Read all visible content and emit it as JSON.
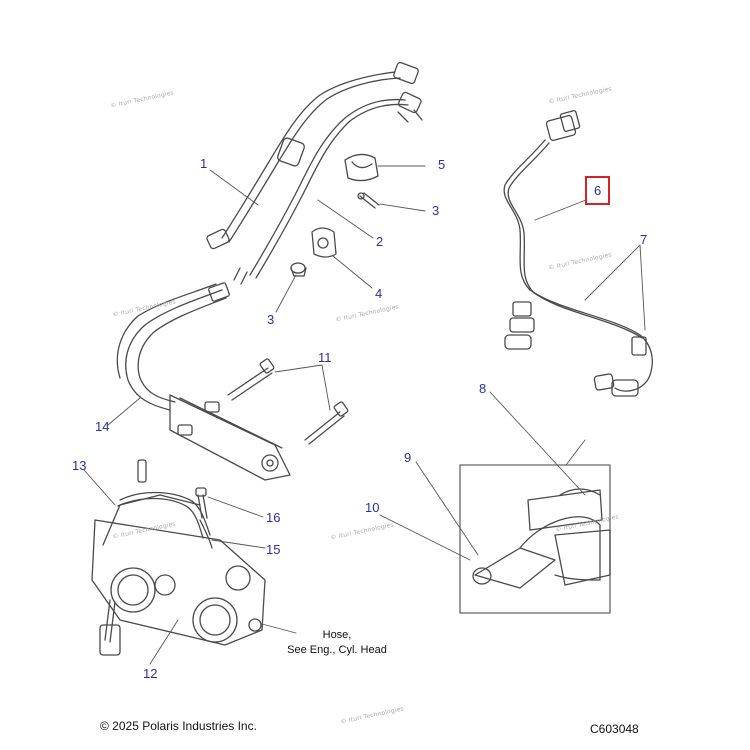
{
  "callouts": {
    "c1": "1",
    "c2": "2",
    "c3a": "3",
    "c3b": "3",
    "c4": "4",
    "c5": "5",
    "c6": "6",
    "c7": "7",
    "c8": "8",
    "c9": "9",
    "c10": "10",
    "c11": "11",
    "c12": "12",
    "c13": "13",
    "c14": "14",
    "c15": "15",
    "c16": "16"
  },
  "note": {
    "line1": "Hose,",
    "line2": "See Eng., Cyl. Head"
  },
  "footer": {
    "copyright": "© 2025 Polaris Industries Inc.",
    "code": "C603048"
  },
  "colors": {
    "callout": "#2b2fa8",
    "highlight_box": "#d6202a",
    "line": "#555555"
  }
}
